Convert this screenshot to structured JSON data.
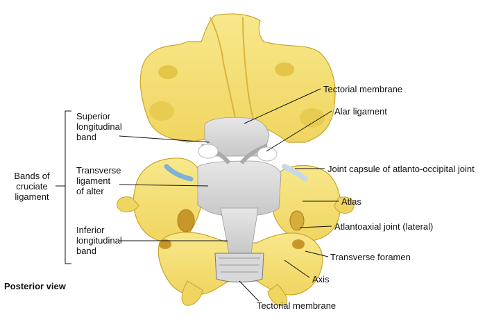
{
  "labels": {
    "tectorial_membrane_top": "Tectorial membrane",
    "alar_ligament": "Alar ligament",
    "joint_capsule": "Joint capsule of atlanto-occipital joint",
    "atlas": "Atlas",
    "atlantoaxial_joint": "Atlantoaxial joint (lateral)",
    "transverse_foramen": "Transverse foramen",
    "axis": "Axis",
    "tectorial_membrane_bottom": "Tectorial membrane",
    "superior_band_1": "Superior",
    "superior_band_2": "longitudinal",
    "superior_band_3": "band",
    "transverse_lig_1": "Transverse",
    "transverse_lig_2": "ligament",
    "transverse_lig_3": "of alter",
    "inferior_band_1": "Inferior",
    "inferior_band_2": "longitudinal",
    "inferior_band_3": "band",
    "bands_1": "Bands of",
    "bands_2": "cruciate",
    "bands_3": "ligament",
    "view": "Posterior view"
  },
  "colors": {
    "bone": "#f5e27a",
    "bone_shade": "#e8c94c",
    "bone_dark": "#c9a42a",
    "ligament": "#dcdcdc",
    "ligament_shade": "#b9b9b9",
    "capsule": "#9cc4e0",
    "leader": "#111111"
  }
}
